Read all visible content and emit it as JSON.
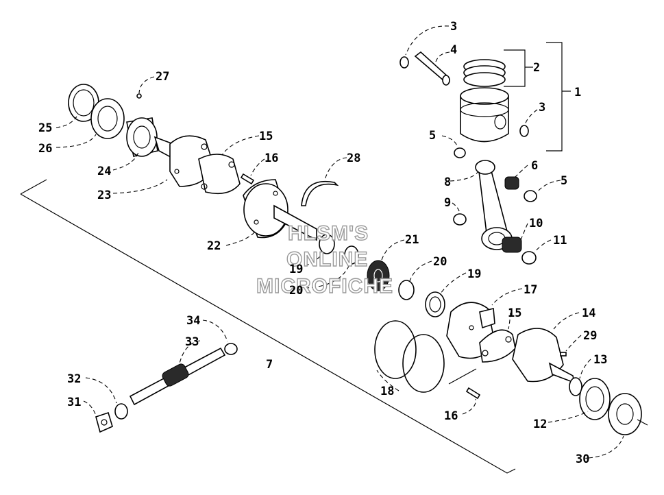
{
  "watermark": {
    "line1": "HLSM'S",
    "line2": "ONLINE",
    "line3": "MICROFICHE"
  },
  "callouts": {
    "c1": "1",
    "c2": "2",
    "c3a": "3",
    "c3b": "3",
    "c4": "4",
    "c5a": "5",
    "c5b": "5",
    "c6": "6",
    "c7": "7",
    "c8": "8",
    "c9": "9",
    "c10": "10",
    "c11": "11",
    "c12": "12",
    "c13": "13",
    "c14": "14",
    "c15a": "15",
    "c15b": "15",
    "c16a": "16",
    "c16b": "16",
    "c17": "17",
    "c18": "18",
    "c19a": "19",
    "c19b": "19",
    "c20a": "20",
    "c20b": "20",
    "c21": "21",
    "c22": "22",
    "c23": "23",
    "c24": "24",
    "c25": "25",
    "c26": "26",
    "c27": "27",
    "c28": "28",
    "c29": "29",
    "c30": "30",
    "c31": "31",
    "c32": "32",
    "c33": "33",
    "c34": "34"
  }
}
